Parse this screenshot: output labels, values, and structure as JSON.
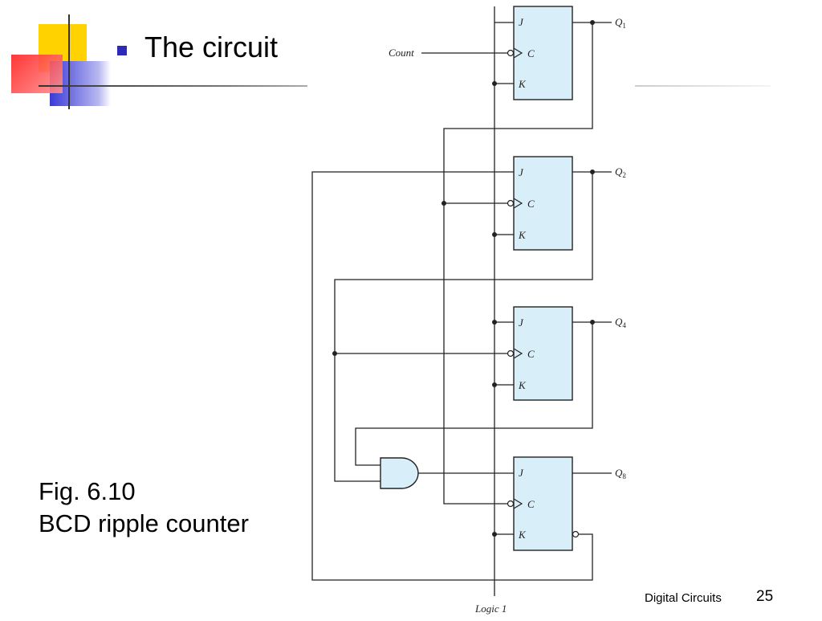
{
  "slide": {
    "title": "The circuit",
    "caption_line1": "Fig. 6.10",
    "caption_line2": "BCD ripple counter",
    "footer": "Digital Circuits",
    "page_number": "25"
  },
  "diagram": {
    "count_label": "Count",
    "logic_label": "Logic 1",
    "pin_j": "J",
    "pin_c": "C",
    "pin_k": "K",
    "outputs": [
      {
        "q": "Q",
        "sub": "1"
      },
      {
        "q": "Q",
        "sub": "2"
      },
      {
        "q": "Q",
        "sub": "4"
      },
      {
        "q": "Q",
        "sub": "8"
      }
    ]
  },
  "colors": {
    "flipflop_fill": "#d8eef8",
    "bullet": "#2b2bb8",
    "deco_yellow": "#ffd200",
    "deco_red": "#ff3a3a",
    "deco_blue": "#3a3ad8"
  }
}
